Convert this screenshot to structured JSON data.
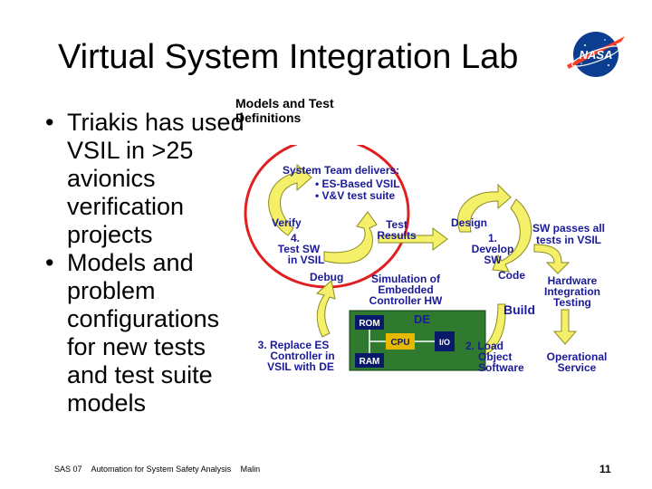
{
  "title": "Virtual System Integration Lab",
  "logo": {
    "icon": "nasa-meatball-logo",
    "text": "NASA"
  },
  "bullets": [
    "Triakis has used VSIL in >25 avionics verification projects",
    "Models and problem configurations for new tests and test suite models"
  ],
  "callout": "Models and Test Definitions",
  "diagram": {
    "team": {
      "heading": "System Team delivers:",
      "items": [
        "• ES-Based VSIL",
        "• V&V test suite"
      ]
    },
    "verify": "Verify",
    "test_results": [
      "Test",
      "Results"
    ],
    "design": "Design",
    "sw_passes": [
      "SW passes all",
      "tests in VSIL"
    ],
    "step4": [
      "4.",
      "Test SW",
      "in VSIL"
    ],
    "step1": [
      "1.",
      "Develop",
      "SW"
    ],
    "debug": "Debug",
    "code": "Code",
    "simulation": [
      "Simulation of",
      "Embedded",
      "Controller HW"
    ],
    "hardware_testing": [
      "Hardware",
      "Integration",
      "Testing"
    ],
    "build": "Build",
    "de": "DE",
    "rom": "ROM",
    "cpu": "CPU",
    "io": "I/O",
    "ram": "RAM",
    "step3": [
      "3. Replace ES",
      "Controller in",
      "VSIL with DE"
    ],
    "step2": [
      "2. Load",
      "Object",
      "Software"
    ],
    "operational": [
      "Operational",
      "Service"
    ],
    "colors": {
      "arrow_fill": "#f5f06a",
      "arrow_stroke": "#8a8a20",
      "text_blue": "#1a1a9a",
      "highlight_red": "#e02020",
      "chip_navy": "#0a1a6a",
      "board_green": "#2f7a2f",
      "chip_yellow": "#e6b800"
    }
  },
  "footer": {
    "parts": [
      "SAS 07",
      "Automation for System Safety Analysis",
      "Malin"
    ]
  },
  "page_number": "11"
}
